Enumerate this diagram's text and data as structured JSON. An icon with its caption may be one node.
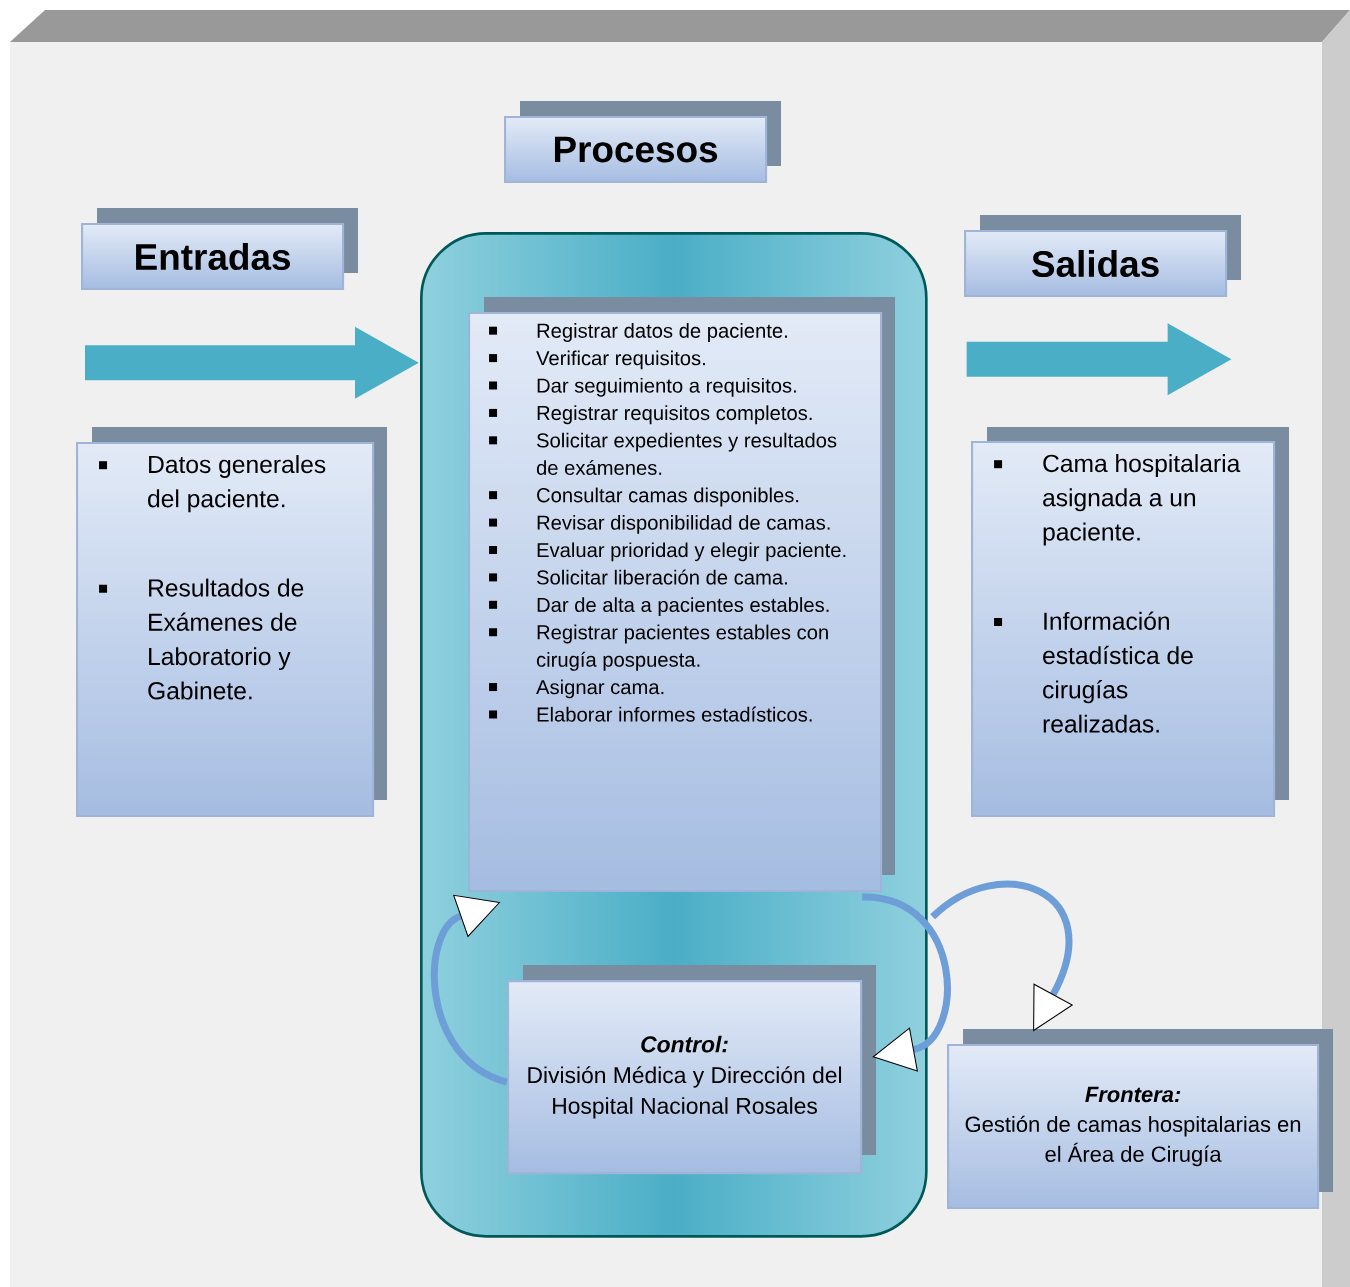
{
  "diagram": {
    "nodes": [
      {
        "text": [
          "Entradas"
        ]
      },
      {
        "text": [
          "Procesos"
        ]
      },
      {
        "text": [
          "Salidas"
        ]
      },
      {
        "text": [
          "Datos  generales del paciente.",
          "Resultados de Exámenes de Laboratorio y Gabinete."
        ]
      },
      {
        "text": [],
        "shape": "box"
      },
      {
        "text": [
          "Registrar datos de paciente.",
          "Verificar requisitos.",
          "Dar seguimiento a requisitos.",
          "Registrar requisitos completos.",
          "Solicitar expedientes y resultados de exámenes.",
          "Consultar camas disponibles.",
          "Revisar disponibilidad de camas.",
          "Evaluar prioridad y elegir paciente.",
          "Solicitar liberación de cama.",
          "Dar de alta a pacientes estables.",
          "Registrar pacientes estables con cirugía pospuesta.",
          "Asignar cama.",
          "Elaborar informes estadísticos."
        ],
        "in": 4
      },
      {
        "text": [
          "Cama hospitalaria asignada a un paciente.",
          "Información estadística de cirugías realizadas."
        ]
      },
      {
        "text": [
          "Control:",
          "División Médica y Dirección del Hospital Nacional Rosales"
        ],
        "in": 4
      },
      {
        "text": [
          "Frontera:",
          "Gestión de camas hospitalarias en el Área de Cirugía"
        ]
      }
    ],
    "edges": [
      {
        "from": 7,
        "to": 5,
        "arrow": "to"
      },
      {
        "from": 5,
        "to": 7,
        "arrow": "to"
      },
      {
        "from": 4,
        "to": 8,
        "arrow": "to"
      },
      {
        "from": null,
        "to": 4,
        "arrow": "to",
        "style": "thick",
        "color": "#4aaec6"
      },
      {
        "from": 4,
        "to": null,
        "arrow": "to",
        "style": "thick",
        "color": "#4aaec6"
      }
    ]
  }
}
